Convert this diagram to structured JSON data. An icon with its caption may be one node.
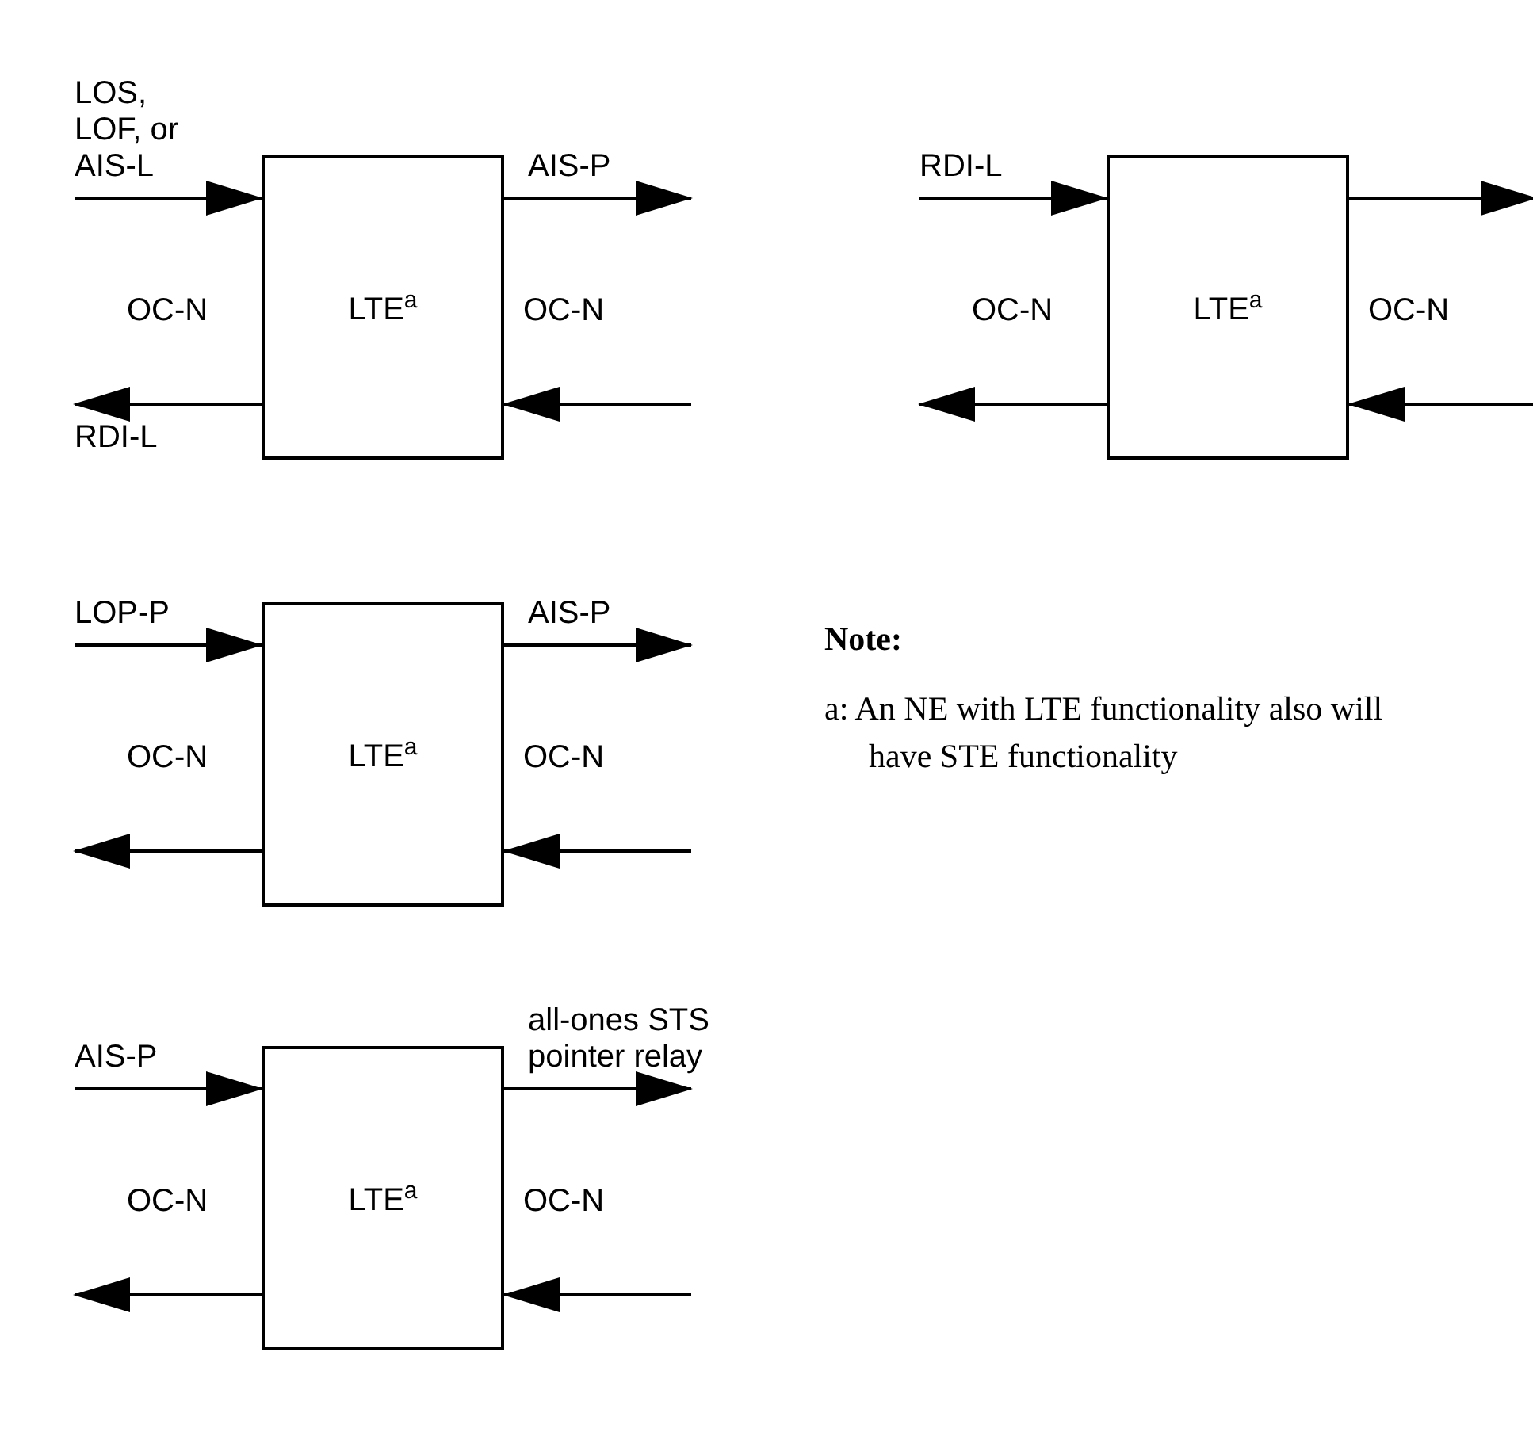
{
  "diagram": {
    "nodes": [
      {
        "text": [
          "LTE$^{a}$"
        ]
      },
      {
        "text": [
          "LTE$^{a}$"
        ]
      },
      {
        "text": [
          "LTE$^{a}$"
        ]
      },
      {
        "text": [
          "LTE$^{a}$"
        ]
      }
    ],
    "edges": [
      {
        "from": null,
        "to": 0,
        "arrow": "to",
        "label": "LOS, LOF, or AIS-L"
      },
      {
        "from": 0,
        "to": null,
        "arrow": "to",
        "label": "AIS-P"
      },
      {
        "from": null,
        "to": 0,
        "arrow": "to"
      },
      {
        "from": 0,
        "to": null,
        "arrow": "to",
        "label": "RDI-L"
      },
      {
        "from": null,
        "to": 1,
        "arrow": "to",
        "label": "RDI-L"
      },
      {
        "from": 1,
        "to": null,
        "arrow": "to"
      },
      {
        "from": null,
        "to": 1,
        "arrow": "to"
      },
      {
        "from": 1,
        "to": null,
        "arrow": "to"
      },
      {
        "from": null,
        "to": 2,
        "arrow": "to",
        "label": "LOP-P"
      },
      {
        "from": 2,
        "to": null,
        "arrow": "to",
        "label": "AIS-P"
      },
      {
        "from": null,
        "to": 2,
        "arrow": "to"
      },
      {
        "from": 2,
        "to": null,
        "arrow": "to"
      },
      {
        "from": null,
        "to": 3,
        "arrow": "to",
        "label": "AIS-P"
      },
      {
        "from": 3,
        "to": null,
        "arrow": "to",
        "label": "all-ones STS pointer relay"
      },
      {
        "from": null,
        "to": 3,
        "arrow": "to"
      },
      {
        "from": 3,
        "to": null,
        "arrow": "to"
      }
    ],
    "labels": [
      "OC-N",
      "OC-N",
      "OC-N",
      "OC-N",
      "Note:",
      "a: An NE with LTE functionality also will have STE functionality",
      "OC-N",
      "OC-N",
      "OC-N",
      "OC-N"
    ]
  }
}
